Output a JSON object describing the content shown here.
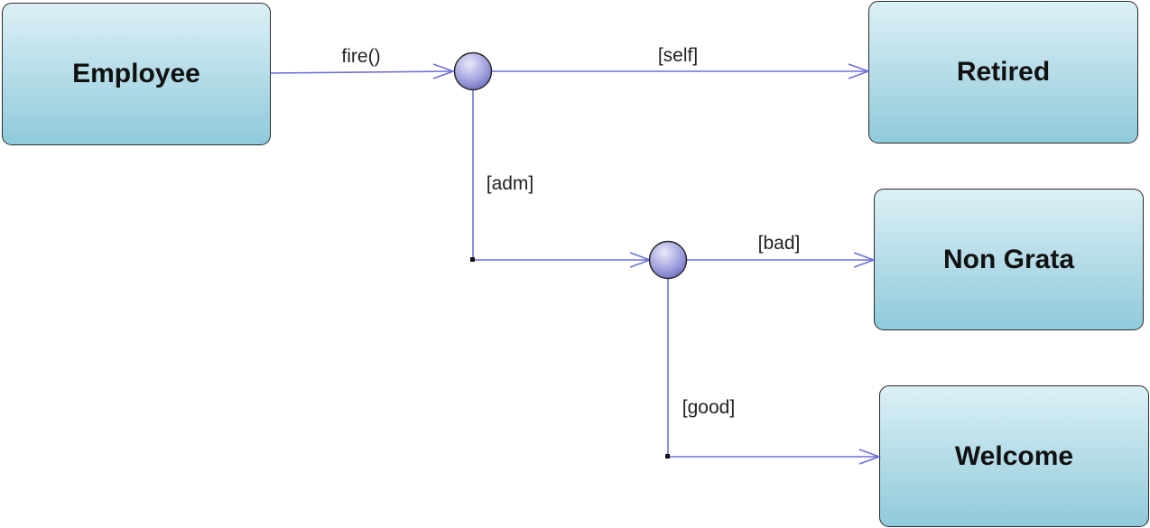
{
  "states": {
    "employee": "Employee",
    "retired": "Retired",
    "non_grata": "Non Grata",
    "welcome": "Welcome"
  },
  "transitions": {
    "fire": "fire()",
    "self": "[self]",
    "adm": "[adm]",
    "bad": "[bad]",
    "good": "[good]"
  },
  "colors": {
    "edge": "#6f6fd9",
    "node": "#8c8cd2",
    "state_top": "#dcf0f6",
    "state_bottom": "#8fcadb"
  }
}
